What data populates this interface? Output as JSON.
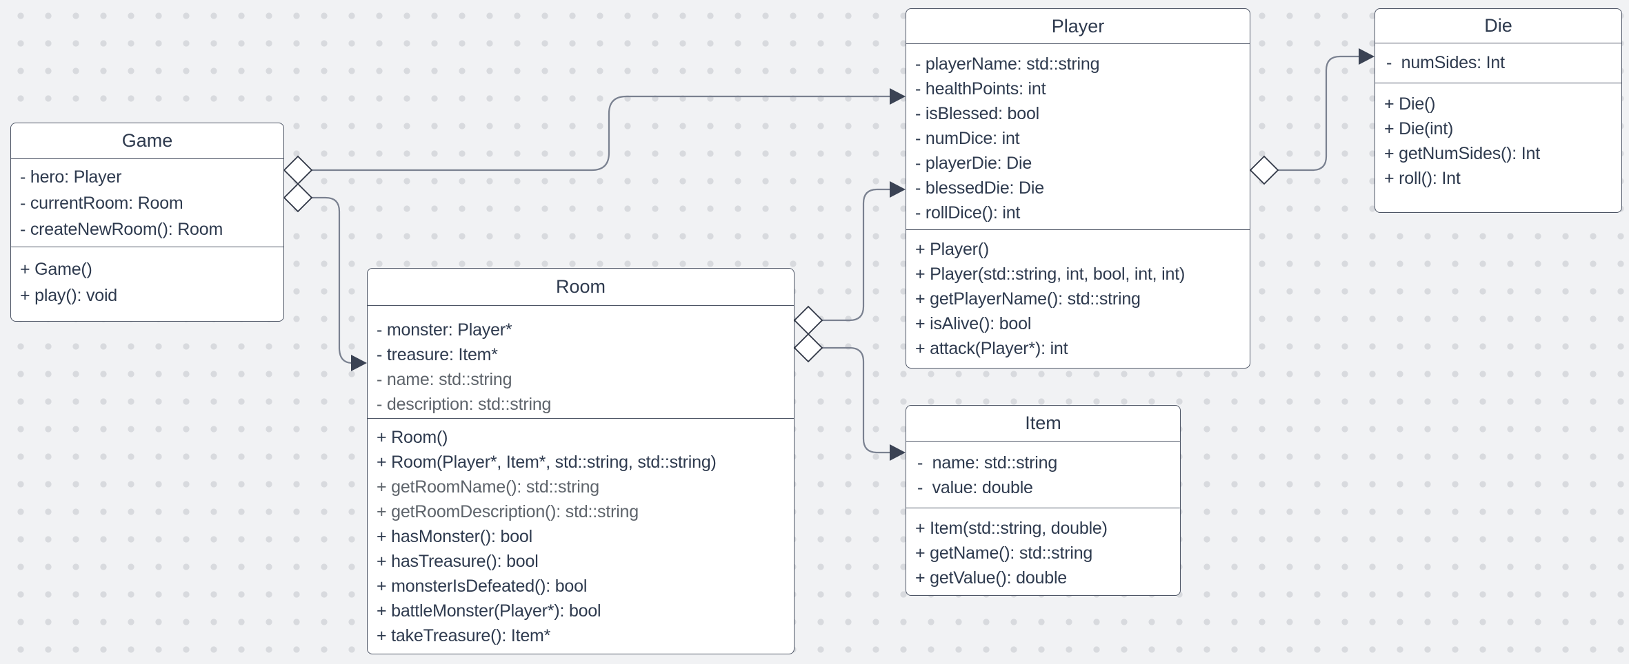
{
  "diagram": {
    "kind": "UML class diagram",
    "background_color": "#f1f2f4",
    "dot_grid_color": "#d8dade",
    "box_border_color": "#4d5565",
    "text_color": "#2e3a4e",
    "muted_text_color": "#5e646b",
    "connector_color": "#7a8190",
    "arrowhead_color": "#3b4354",
    "diamond_fill": "#ffffff"
  },
  "classes": [
    {
      "id": "game",
      "title": "Game",
      "attributes": [
        "- hero: Player",
        "- currentRoom: Room",
        "- createNewRoom(): Room"
      ],
      "methods": [
        "+ Game()",
        "+ play(): void"
      ]
    },
    {
      "id": "room",
      "title": "Room",
      "attributes": [
        "- monster: Player*",
        "- treasure: Item*",
        "- name: std::string",
        "- description: std::string"
      ],
      "methods": [
        "+ Room()",
        "+ Room(Player*, Item*, std::string, std::string)",
        "+ getRoomName(): std::string",
        "+ getRoomDescription(): std::string",
        "+ hasMonster(): bool",
        "+ hasTreasure(): bool",
        "+ monsterIsDefeated(): bool",
        "+ battleMonster(Player*): bool",
        "+ takeTreasure(): Item*"
      ]
    },
    {
      "id": "player",
      "title": "Player",
      "attributes": [
        "- playerName: std::string",
        "- healthPoints: int",
        "- isBlessed: bool",
        "- numDice: int",
        "- playerDie: Die",
        "- blessedDie: Die",
        "- rollDice(): int"
      ],
      "methods": [
        "+ Player()",
        "+ Player(std::string, int, bool, int, int)",
        "+ getPlayerName(): std::string",
        "+ isAlive(): bool",
        "+ attack(Player*): int"
      ]
    },
    {
      "id": "item",
      "title": "Item",
      "attributes": [
        "-  name: std::string",
        "-  value: double"
      ],
      "methods": [
        "+ Item(std::string, double)",
        "+ getName(): std::string",
        "+ getValue(): double"
      ]
    },
    {
      "id": "die",
      "title": "Die",
      "attributes": [
        "-  numSides: Int"
      ],
      "methods": [
        "+ Die()",
        "+ Die(int)",
        "+ getNumSides(): Int",
        "+ roll(): Int"
      ]
    }
  ],
  "relationships": [
    {
      "from": "Game",
      "to": "Player",
      "type": "aggregation",
      "arrow": "open-diamond at Game, filled arrowhead at Player"
    },
    {
      "from": "Game",
      "to": "Room",
      "type": "aggregation",
      "arrow": "open-diamond at Game, filled arrowhead at Room"
    },
    {
      "from": "Room",
      "to": "Player",
      "type": "aggregation",
      "arrow": "open-diamond at Room, filled arrowhead at Player"
    },
    {
      "from": "Room",
      "to": "Item",
      "type": "aggregation",
      "arrow": "open-diamond at Room, filled arrowhead at Item"
    },
    {
      "from": "Player",
      "to": "Die",
      "type": "aggregation",
      "arrow": "open-diamond at Player, filled arrowhead at Die"
    }
  ]
}
